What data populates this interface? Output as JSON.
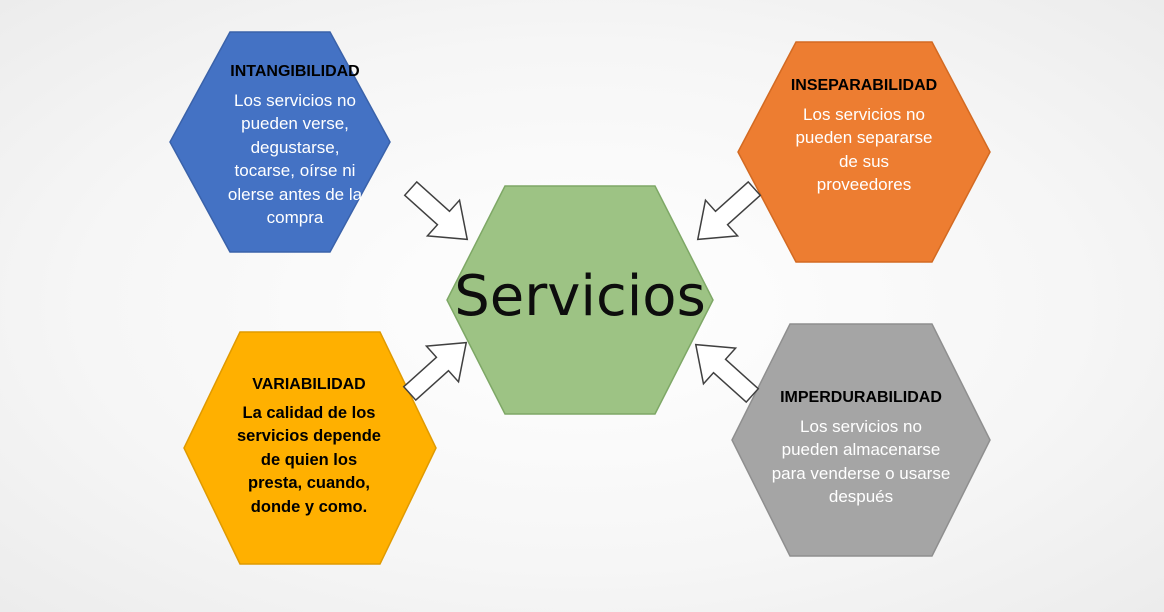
{
  "center": {
    "label": "Servicios",
    "color": "#9dc384"
  },
  "cards": {
    "intangibilidad": {
      "title": "INTANGIBILIDAD",
      "text": "Los servicios no pueden verse, degustarse, tocarse, oírse ni olerse antes de la compra",
      "lines": [
        "Los servicios no",
        "pueden verse,",
        "degustarse,",
        "tocarse, oírse ni",
        "olerse antes de la",
        "compra"
      ],
      "color": "#4472c4"
    },
    "inseparabilidad": {
      "title": "INSEPARABILIDAD",
      "text": "Los servicios no pueden separarse de sus proveedores",
      "lines": [
        "Los servicios no",
        "pueden separarse",
        "de sus",
        "proveedores"
      ],
      "color": "#ed7d31"
    },
    "variabilidad": {
      "title": "VARIABILIDAD",
      "text": "La calidad de los servicios depende de quien los presta, cuando, donde y como.",
      "lines": [
        "La calidad de los",
        "servicios depende",
        "de quien los",
        "presta, cuando,",
        "donde y como."
      ],
      "color": "#ffb000"
    },
    "imperdurabilidad": {
      "title": "IMPERDURABILIDAD",
      "text": "Los servicios no pueden almacenarse para venderse o usarse después",
      "lines": [
        "Los servicios no",
        "pueden almacenarse",
        "para venderse o usarse",
        "después"
      ],
      "color": "#a5a5a5"
    }
  }
}
